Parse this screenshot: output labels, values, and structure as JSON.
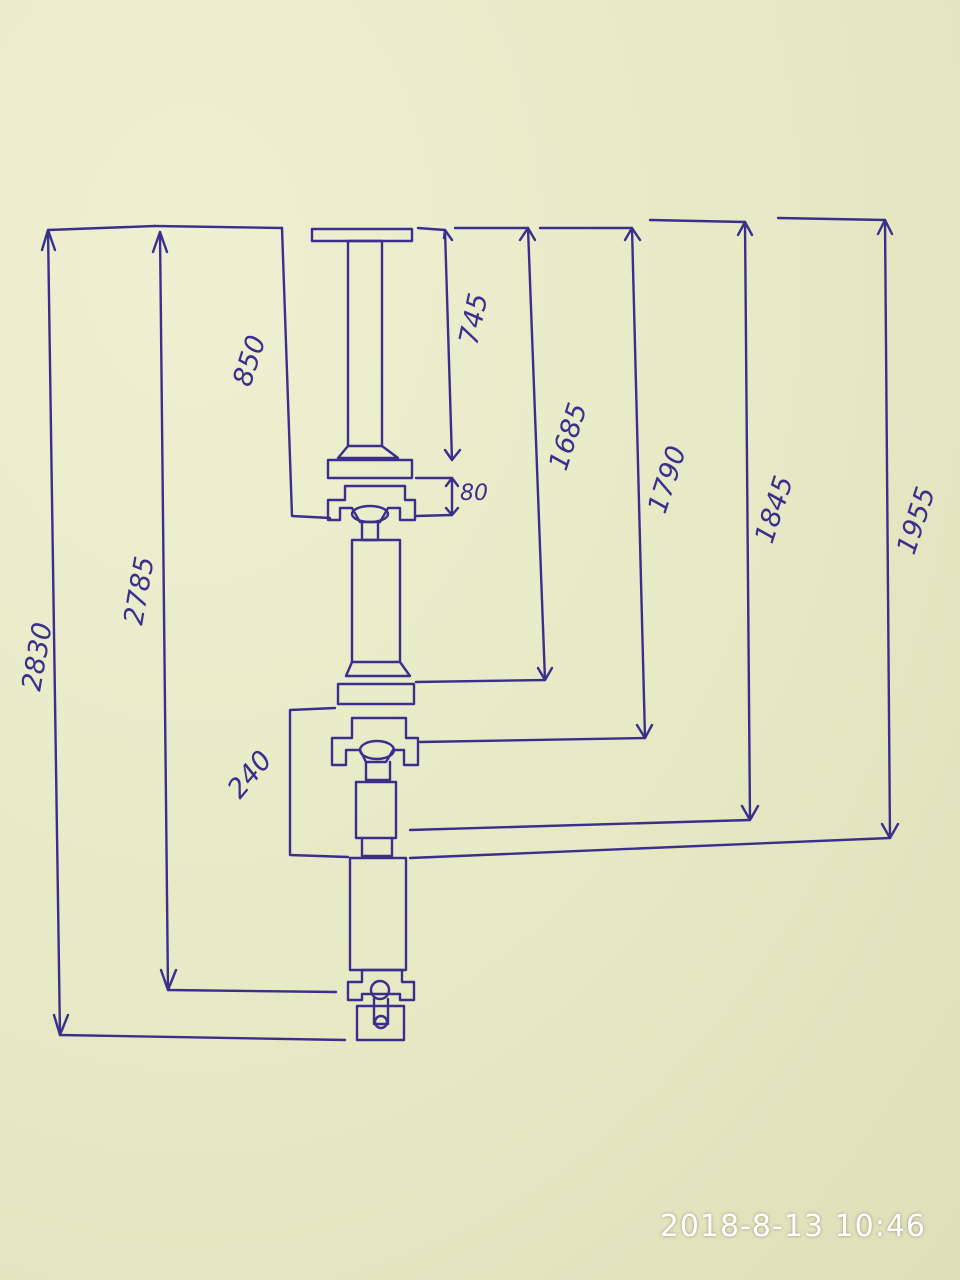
{
  "dimensions": {
    "overall_left": "2830",
    "overall_second": "2785",
    "upper_850": "850",
    "upper_745": "745",
    "joint_80": "80",
    "mid_1685": "1685",
    "mid_1790": "1790",
    "mid_1845": "1845",
    "right_1955": "1955",
    "lower_240": "240"
  },
  "photo_timestamp": "2018-8-13 10:46",
  "colors": {
    "ink": "#3a2f8c",
    "paper": "#e9ecc9"
  }
}
